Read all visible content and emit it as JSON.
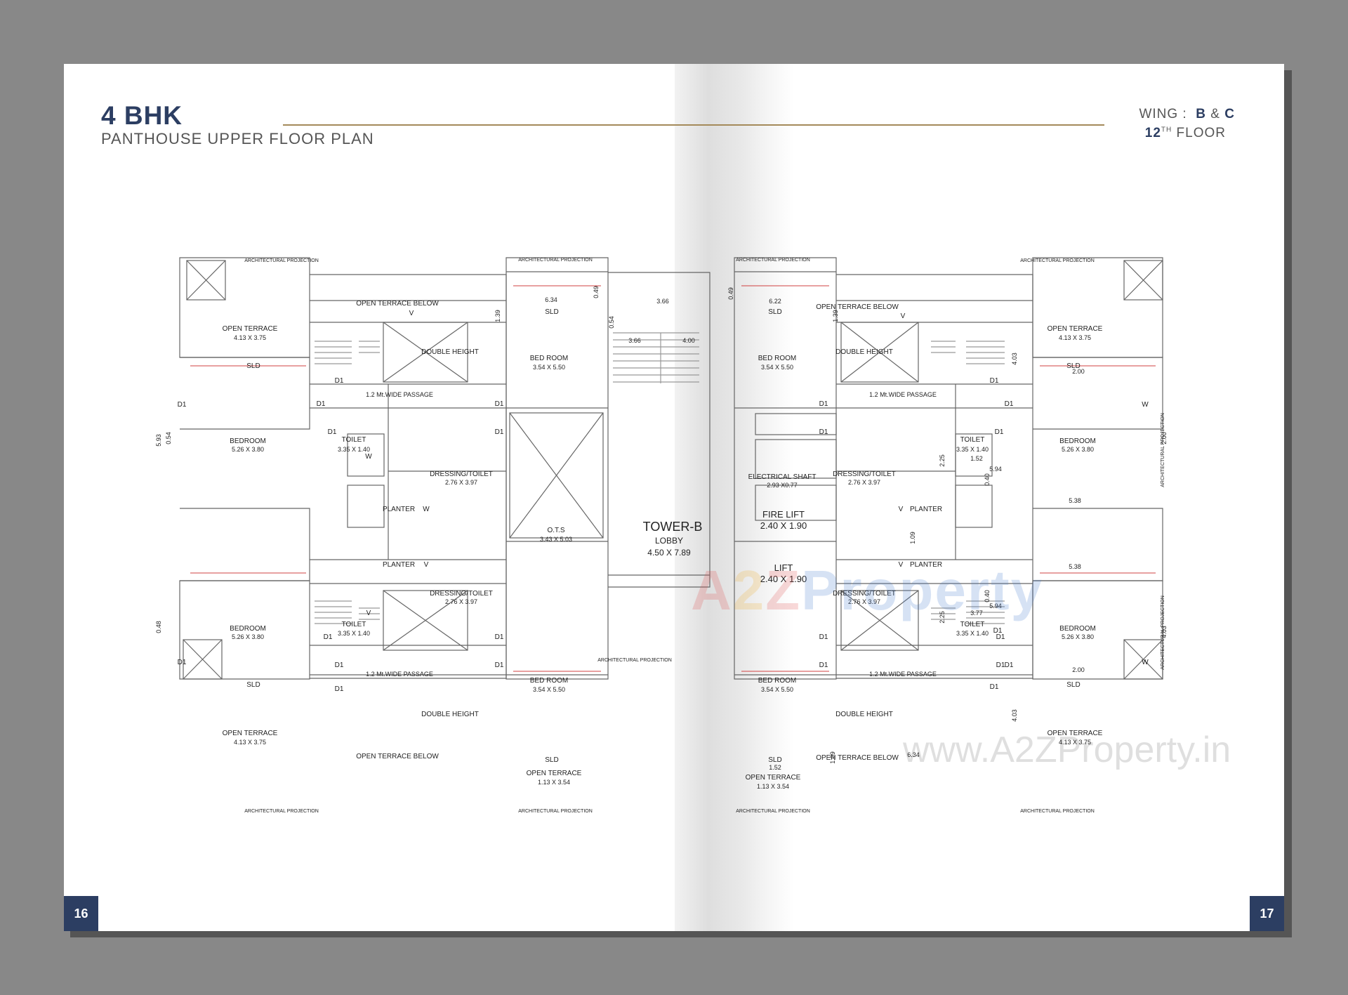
{
  "header": {
    "title": "4 BHK",
    "subtitle": "PANTHOUSE UPPER FLOOR PLAN",
    "wing_label": "WING :",
    "wing_b": "B",
    "wing_amp": "&",
    "wing_c": "C",
    "floor_num": "12",
    "floor_sup": "TH",
    "floor_label": "FLOOR"
  },
  "pages": {
    "left": "16",
    "right": "17"
  },
  "watermark": {
    "logo_a": "A",
    "logo_2": "2",
    "logo_z": "Z",
    "logo_rest": "Property",
    "url": "www.A2ZProperty.in"
  },
  "colors": {
    "brand": "#2c3e62",
    "gold_rule": "#a48a5a",
    "background": "#888888"
  },
  "plan": {
    "labels": [
      {
        "t": "ARCHITECTURAL PROJECTION",
        "s": 7
      },
      {
        "t": "ARCHITECTURAL PROJECTION",
        "s": 7
      },
      {
        "t": "ARCHITECTURAL PROJECTION",
        "s": 7
      },
      {
        "t": "ARCHITECTURAL PROJECTION",
        "s": 7
      },
      {
        "t": "ARCHITECTURAL PROJECTION",
        "s": 7
      },
      {
        "t": "ARCHITECTURAL PROJECTION",
        "s": 7
      },
      {
        "t": "ARCHITECTURAL PROJECTION",
        "s": 7
      },
      {
        "t": "ARCHITECTURAL PROJECTION",
        "s": 7
      },
      {
        "t": "ARCHITECTURAL PROJECTION",
        "s": 7
      },
      {
        "t": "OPEN  TERRACE BELOW",
        "s": 10
      },
      {
        "t": "OPEN  TERRACE BELOW",
        "s": 10
      },
      {
        "t": "OPEN  TERRACE BELOW",
        "s": 10
      },
      {
        "t": "OPEN  TERRACE BELOW",
        "s": 10
      },
      {
        "t": "OPEN TERRACE",
        "s": 10
      },
      {
        "t": "4.13 X 3.75",
        "s": 9
      },
      {
        "t": "OPEN TERRACE",
        "s": 10
      },
      {
        "t": "4.13 X 3.75",
        "s": 9
      },
      {
        "t": "OPEN TERRACE",
        "s": 10
      },
      {
        "t": "4.13 X 3.75",
        "s": 9
      },
      {
        "t": "OPEN TERRACE",
        "s": 10
      },
      {
        "t": "4.13 X 3.75",
        "s": 9
      },
      {
        "t": "BEDROOM",
        "s": 10
      },
      {
        "t": "5.26 X 3.80",
        "s": 9
      },
      {
        "t": "BEDROOM",
        "s": 10
      },
      {
        "t": "5.26 X 3.80",
        "s": 9
      },
      {
        "t": "BEDROOM",
        "s": 10
      },
      {
        "t": "5.26 X 3.80",
        "s": 9
      },
      {
        "t": "BEDROOM",
        "s": 10
      },
      {
        "t": "5.26 X 3.80",
        "s": 9
      },
      {
        "t": "BED ROOM",
        "s": 10
      },
      {
        "t": "3.54 X 5.50",
        "s": 9
      },
      {
        "t": "BED ROOM",
        "s": 10
      },
      {
        "t": "3.54 X 5.50",
        "s": 9
      },
      {
        "t": "BED ROOM",
        "s": 10
      },
      {
        "t": "3.54 X 5.50",
        "s": 9
      },
      {
        "t": "BED ROOM",
        "s": 10
      },
      {
        "t": "3.54 X 5.50",
        "s": 9
      },
      {
        "t": "DOUBLE HEIGHT",
        "s": 10
      },
      {
        "t": "DOUBLE HEIGHT",
        "s": 10
      },
      {
        "t": "DOUBLE HEIGHT",
        "s": 10
      },
      {
        "t": "DOUBLE HEIGHT",
        "s": 10
      },
      {
        "t": "1.2 Mt.WIDE PASSAGE",
        "s": 9
      },
      {
        "t": "1.2 Mt.WIDE PASSAGE",
        "s": 9
      },
      {
        "t": "1.2 Mt.WIDE PASSAGE",
        "s": 9
      },
      {
        "t": "1.2 Mt.WIDE PASSAGE",
        "s": 9
      },
      {
        "t": "TOILET",
        "s": 10
      },
      {
        "t": "3.35 X 1.40",
        "s": 9
      },
      {
        "t": "TOILET",
        "s": 10
      },
      {
        "t": "3.35 X 1.40",
        "s": 9
      },
      {
        "t": "TOILET",
        "s": 10
      },
      {
        "t": "3.35 X 1.40",
        "s": 9
      },
      {
        "t": "TOILET",
        "s": 10
      },
      {
        "t": "3.35 X 1.40",
        "s": 9
      },
      {
        "t": "DRESSING/TOILET",
        "s": 10
      },
      {
        "t": "2.76 X 3.97",
        "s": 9
      },
      {
        "t": "DRESSING/TOILET",
        "s": 10
      },
      {
        "t": "2.76 X 3.97",
        "s": 9
      },
      {
        "t": "DRESSING/TOILET",
        "s": 10
      },
      {
        "t": "2.76 X 3.97",
        "s": 9
      },
      {
        "t": "DRESSING/TOILET",
        "s": 10
      },
      {
        "t": "2.76 X 3.97",
        "s": 9
      },
      {
        "t": "PLANTER",
        "s": 10
      },
      {
        "t": "PLANTER",
        "s": 10
      },
      {
        "t": "PLANTER",
        "s": 10
      },
      {
        "t": "PLANTER",
        "s": 10
      },
      {
        "t": "O.T.S",
        "s": 10
      },
      {
        "t": "3.43 X 5.03",
        "s": 9
      },
      {
        "t": "TOWER-B",
        "s": 18
      },
      {
        "t": "LOBBY",
        "s": 12
      },
      {
        "t": "4.50 X 7.89",
        "s": 12
      },
      {
        "t": "ELECTRICAL SHAFT",
        "s": 10
      },
      {
        "t": "2.93 X0.77",
        "s": 9
      },
      {
        "t": "FIRE LIFT",
        "s": 13
      },
      {
        "t": "2.40 X 1.90",
        "s": 13
      },
      {
        "t": "LIFT",
        "s": 13
      },
      {
        "t": "2.40 X 1.90",
        "s": 13
      },
      {
        "t": "OPEN TERRACE",
        "s": 10
      },
      {
        "t": "1.13 X 3.54",
        "s": 9
      },
      {
        "t": "OPEN TERRACE",
        "s": 10
      },
      {
        "t": "1.13 X 3.54",
        "s": 9
      },
      {
        "t": "SLD",
        "s": 10
      },
      {
        "t": "SLD",
        "s": 10
      },
      {
        "t": "SLD",
        "s": 10
      },
      {
        "t": "SLD",
        "s": 10
      },
      {
        "t": "SLD",
        "s": 10
      },
      {
        "t": "SLD",
        "s": 10
      },
      {
        "t": "SLD",
        "s": 10
      },
      {
        "t": "SLD",
        "s": 10
      },
      {
        "t": "D1",
        "s": 10
      },
      {
        "t": "D1",
        "s": 10
      },
      {
        "t": "D1",
        "s": 10
      },
      {
        "t": "D1",
        "s": 10
      },
      {
        "t": "D1",
        "s": 10
      },
      {
        "t": "D1",
        "s": 10
      },
      {
        "t": "D1",
        "s": 10
      },
      {
        "t": "D1",
        "s": 10
      },
      {
        "t": "D1",
        "s": 10
      },
      {
        "t": "D1",
        "s": 10
      },
      {
        "t": "D1",
        "s": 10
      },
      {
        "t": "D1",
        "s": 10
      },
      {
        "t": "D1",
        "s": 10
      },
      {
        "t": "D1",
        "s": 10
      },
      {
        "t": "D1",
        "s": 10
      },
      {
        "t": "D1",
        "s": 10
      },
      {
        "t": "D1",
        "s": 10
      },
      {
        "t": "D1",
        "s": 10
      },
      {
        "t": "D1",
        "s": 10
      },
      {
        "t": "D1",
        "s": 10
      },
      {
        "t": "D1",
        "s": 10
      },
      {
        "t": "D1",
        "s": 10
      },
      {
        "t": "D1",
        "s": 10
      },
      {
        "t": "D1",
        "s": 10
      },
      {
        "t": "W",
        "s": 10
      },
      {
        "t": "W",
        "s": 10
      },
      {
        "t": "W",
        "s": 10
      },
      {
        "t": "W",
        "s": 10
      },
      {
        "t": "V",
        "s": 10
      },
      {
        "t": "V",
        "s": 10
      },
      {
        "t": "V",
        "s": 10
      },
      {
        "t": "V",
        "s": 10
      },
      {
        "t": "V",
        "s": 10
      },
      {
        "t": "V",
        "s": 10
      },
      {
        "t": "6.34",
        "s": 9
      },
      {
        "t": "6.34",
        "s": 9
      },
      {
        "t": "6.22",
        "s": 9
      },
      {
        "t": "3.66",
        "s": 9
      },
      {
        "t": "3.66",
        "s": 9
      },
      {
        "t": "4.00",
        "s": 9
      },
      {
        "t": "2.00",
        "s": 9
      },
      {
        "t": "2.00",
        "s": 9
      },
      {
        "t": "5.38",
        "s": 9
      },
      {
        "t": "5.38",
        "s": 9
      },
      {
        "t": "5.94",
        "s": 9
      },
      {
        "t": "5.94",
        "s": 9
      },
      {
        "t": "1.52",
        "s": 9
      },
      {
        "t": "1.52",
        "s": 9
      },
      {
        "t": "3.77",
        "s": 9
      },
      {
        "t": "1.39",
        "s": 9
      },
      {
        "t": "1.39",
        "s": 9
      },
      {
        "t": "0.49",
        "s": 9
      },
      {
        "t": "0.49",
        "s": 9
      },
      {
        "t": "0.54",
        "s": 9
      },
      {
        "t": "0.54",
        "s": 9
      },
      {
        "t": "2.00",
        "s": 9
      },
      {
        "t": "4.03",
        "s": 9
      },
      {
        "t": "4.03",
        "s": 9
      },
      {
        "t": "4.03",
        "s": 9
      },
      {
        "t": "2.25",
        "s": 9
      },
      {
        "t": "2.25",
        "s": 9
      },
      {
        "t": "0.40",
        "s": 9
      },
      {
        "t": "0.40",
        "s": 9
      },
      {
        "t": "1.09",
        "s": 9
      },
      {
        "t": "1.09",
        "s": 9
      },
      {
        "t": "5.93",
        "s": 9
      },
      {
        "t": "0.48",
        "s": 9
      },
      {
        "t": "ARCHITECTURAL PROJECTION",
        "s": 7
      },
      {
        "t": "ARCHITECTURAL PROJECTION",
        "s": 7
      },
      {
        "t": "ARCHITECTURAL PROJECTION",
        "s": 7
      },
      {
        "t": "ARCHITECTURAL PROJECTION",
        "s": 7
      }
    ]
  }
}
